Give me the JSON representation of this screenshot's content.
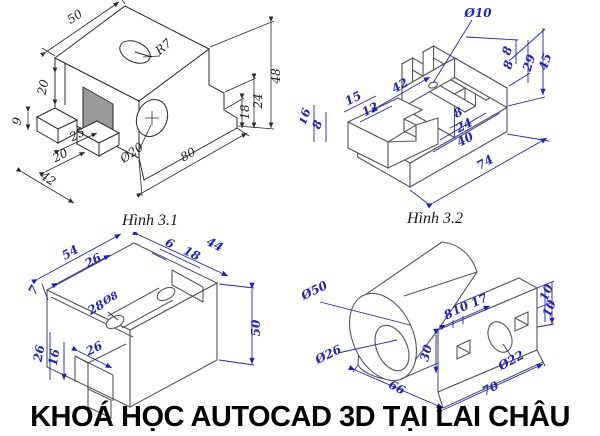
{
  "banner": {
    "text": "KHOÁ HỌC AUTOCAD 3D TẠI LAI CHÂU"
  },
  "colors": {
    "dimension_blue": "#2222c2",
    "line_black": "#2a2a2a",
    "line_gray": "#55555c"
  },
  "fig31": {
    "caption": "Hình 3.1",
    "dims": {
      "depth_top": "50",
      "fillet_radius": "R7",
      "total_height": "48",
      "step_height_outer": "24",
      "step_height_inner": "18",
      "slot_height": "20",
      "tab_height": "9",
      "slot_width": "25",
      "tab_width": "20",
      "base_width": "42",
      "hole_diameter": "Ø20",
      "length": "80"
    }
  },
  "fig32": {
    "caption": "Hình 3.2",
    "dims": {
      "hole_diameter": "Ø10",
      "rib_width_a": "8",
      "rib_width_b": "8",
      "upper_height": "29",
      "total_height": "45",
      "wall_width": "42",
      "step_length": "15",
      "notch_length": "12",
      "base_height": "16",
      "notch_height": "8",
      "groove_width": "8",
      "groove_span": "24",
      "wall_length": "40",
      "total_length": "74"
    }
  },
  "fig33": {
    "dims": {
      "depth_top": "54",
      "slot_offset": "26",
      "step_a": "6",
      "step_b": "18",
      "top_length": "44",
      "ledge_height": "7",
      "slot_length": "28",
      "slot_diameter": "Ø8",
      "height": "50",
      "notch_height_outer": "26",
      "notch_height_inner": "16",
      "notch_width": "26"
    }
  },
  "fig34": {
    "dims": {
      "outer_diameter": "Ø50",
      "bore_diameter": "Ø26",
      "dim_8": "8",
      "dim_10": "10",
      "dim_17": "17",
      "edge_10a": "10",
      "edge_10b": "10",
      "plate_height": "30",
      "hole_diameter": "Ø22",
      "base_length": "66",
      "plate_length": "70"
    }
  }
}
